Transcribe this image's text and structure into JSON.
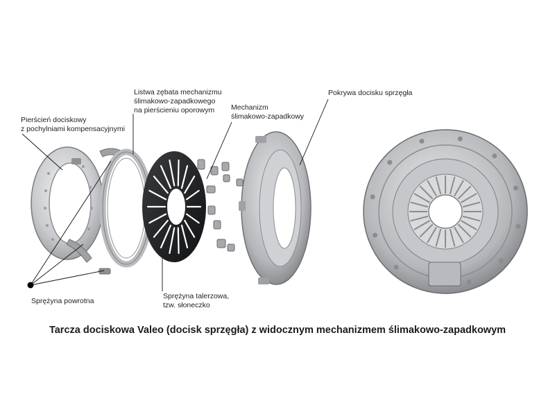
{
  "labels": {
    "pressure_ring": {
      "line1": "Pierścień dociskowy",
      "line2": "z pochylniami kompensacyjnymi"
    },
    "toothed_strip": {
      "line1": "Listwa zębata mechanizmu",
      "line2": "ślimakowo-zapadkowego",
      "line3": "na pierścieniu oporowym"
    },
    "mechanism": {
      "line1": "Mechanizm",
      "line2": "ślimakowo-zapadkowy"
    },
    "cover": {
      "line1": "Pokrywa docisku sprzęgła"
    },
    "return_spring": {
      "line1": "Sprężyna powrotna"
    },
    "diaphragm_spring": {
      "line1": "Sprężyna talerzowa,",
      "line2": "tzw. słoneczko"
    }
  },
  "caption": "Tarcza dociskowa Valeo (docisk sprzęgła) z widocznym mechanizmem ślimakowo-zapadkowym",
  "colors": {
    "metal_light": "#d9dadc",
    "metal_mid": "#a9abae",
    "metal_dark": "#6e7073",
    "spring_black": "#1e1f21",
    "leader": "#111111"
  }
}
